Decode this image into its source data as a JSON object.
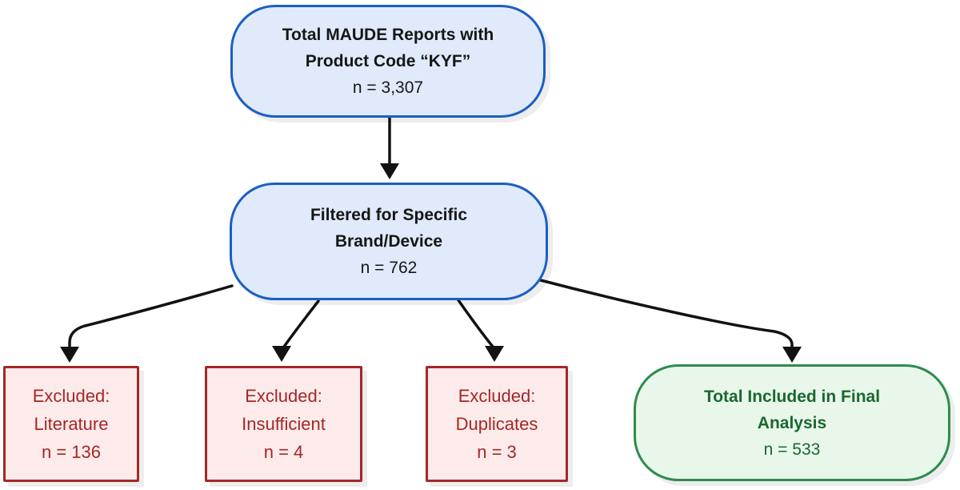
{
  "colors": {
    "blue_border": "#1b5fc3",
    "blue_fill": "#e0eafb",
    "red_border": "#a52726",
    "red_fill": "#fcebea",
    "red_text": "#a52726",
    "green_border": "#2d8b4e",
    "green_fill": "#e9f7eb",
    "green_text": "#19682f",
    "text_dark": "#161616",
    "arrow": "#121212"
  },
  "nodes": {
    "total": {
      "line1": "Total MAUDE Reports with",
      "line2": "Product Code “KYF”",
      "n": "n = 3,307"
    },
    "filtered": {
      "line1": "Filtered for Specific",
      "line2": "Brand/Device",
      "n": "n = 762"
    },
    "excluded_literature": {
      "line1": "Excluded:",
      "line2": "Literature",
      "n": "n = 136"
    },
    "excluded_insufficient": {
      "line1": "Excluded:",
      "line2": "Insufficient",
      "n": "n = 4"
    },
    "excluded_duplicates": {
      "line1": "Excluded:",
      "line2": "Duplicates",
      "n": "n = 3"
    },
    "included_final": {
      "line1": "Total Included in Final",
      "line2": "Analysis",
      "n": "n = 533"
    }
  }
}
